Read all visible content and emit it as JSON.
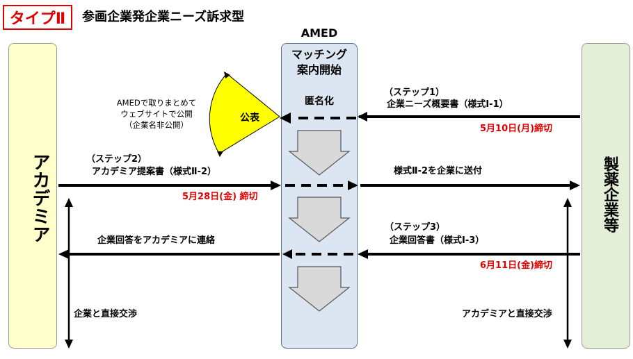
{
  "header": {
    "type_badge": "タイプⅡ",
    "title": "参画企業発企業ニーズ訴求型"
  },
  "columns": {
    "amed_title": "AMED",
    "amed_inner_line1": "マッチング",
    "amed_inner_line2": "案内開始",
    "academia": "アカデミア",
    "company": "製薬企業等"
  },
  "steps": {
    "anonymize": "匿名化",
    "step1_label": "（ステップ1）",
    "step1_doc": "企業ニーズ概要書（様式Ⅰ-1）",
    "step1_deadline": "5月10日(月)締切",
    "publish": "公表",
    "amed_note_line1": "AMEDで取りまとめて",
    "amed_note_line2": "ウェブサイトで公開",
    "amed_note_line3": "（企業名非公開）",
    "step2_label": "（ステップ2）",
    "step2_doc": "アカデミア提案書（様式Ⅱ-2）",
    "step2_deadline": "5月28日(金) 締切",
    "send_form": "様式Ⅱ-2を企業に送付",
    "step3_label": "（ステップ3）",
    "step3_doc": "企業回答書（様式Ⅰ-3）",
    "step3_deadline": "6月11日(金)締切",
    "reply_to_academia": "企業回答をアカデミアに連絡",
    "academia_negotiation": "企業と直接交渉",
    "company_negotiation": "アカデミアと直接交渉"
  },
  "colors": {
    "deadline": "#e00000",
    "publish_shape": "#ffff00",
    "academia_bg": "#ffffcc",
    "amed_bg": "#dce6f2",
    "company_bg": "#e4efd8"
  }
}
